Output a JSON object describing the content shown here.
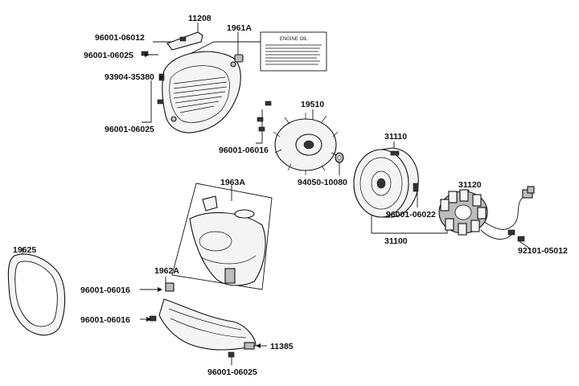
{
  "labels": {
    "p11208": "11208",
    "p96001_06012": "96001-06012",
    "p1961A": "1961A",
    "p96001_06025_top": "96001-06025",
    "p93904_35380": "93904-35380",
    "p96001_06025_mid": "96001-06025",
    "p19510": "19510",
    "p96001_06016_top": "96001-06016",
    "p31110": "31110",
    "p94050_10080": "94050-10080",
    "p31120": "31120",
    "p96001_06022": "96001-06022",
    "p31100": "31100",
    "p92101_05012": "92101-05012",
    "p1963A": "1963A",
    "p19625": "19625",
    "p1962A": "1962A",
    "p96001_06016_a": "96001-06016",
    "p96001_06016_b": "96001-06016",
    "p11385": "11385",
    "p96001_06025_bot": "96001-06025"
  },
  "oil_label": {
    "title": "ENGINE OIL"
  },
  "colors": {
    "line": "#111111",
    "part_fill": "#f4f4f4",
    "dark_fill": "#333333"
  }
}
